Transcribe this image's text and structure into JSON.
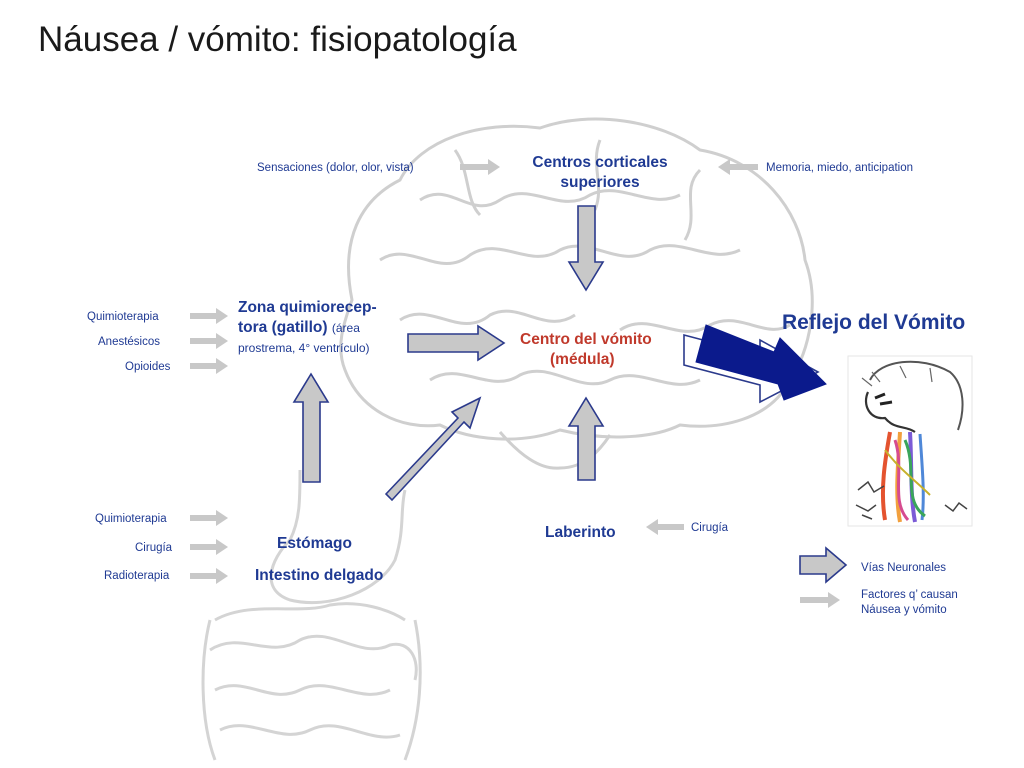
{
  "title": "Náusea / vómito: fisiopatología",
  "nodes": {
    "cortical": "Centros corticales superiores",
    "zona_main": "Zona quimiorecep-tora (gatillo)",
    "zona_line1": "Zona quimiorecep-",
    "zona_line2": "tora (gatillo)",
    "zona_note1": "(área",
    "zona_note2": "prostrema, 4°  ventrículo)",
    "centro_line1": "Centro del vómito",
    "centro_line2": "(médula)",
    "reflejo": "Reflejo del Vómito",
    "estomago": "Estómago",
    "intestino": "Intestino delgado",
    "laberinto": "Laberinto"
  },
  "factors": {
    "sensaciones": "Sensaciones (dolor, olor, vista)",
    "memoria": "Memoria, miedo, anticipation",
    "zona": [
      "Quimioterapia",
      "Anestésicos",
      "Opioides"
    ],
    "estomago": [
      "Quimioterapia",
      "Cirugía",
      "Radioterapia"
    ],
    "laberinto": "Cirugía"
  },
  "legend": {
    "neuronal": "Vías Neuronales",
    "factores_line1": "Factores q’ causan",
    "factores_line2": "Náusea y vómito"
  },
  "colors": {
    "node_text": "#1f3a93",
    "centro_text": "#c0392b",
    "neural_arrow_fill": "#c8c8c8",
    "neural_arrow_stroke": "#2b3a8c",
    "reflex_arrow": "#0b1a8c",
    "factor_arrow": "#c8c8c8",
    "sketch": "#bdbdbd"
  }
}
